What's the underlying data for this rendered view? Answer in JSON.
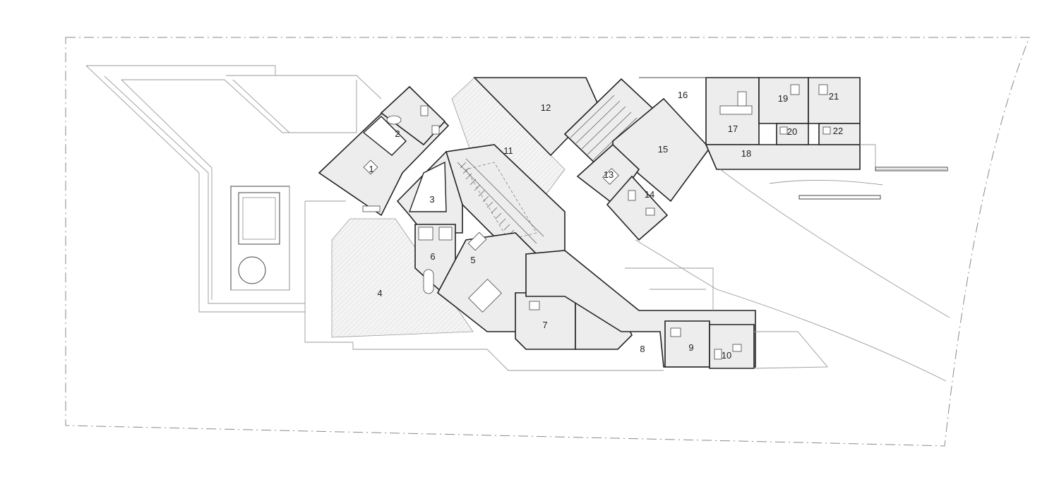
{
  "rooms": [
    {
      "id": "1",
      "label": "1"
    },
    {
      "id": "2",
      "label": "2"
    },
    {
      "id": "3",
      "label": "3"
    },
    {
      "id": "4",
      "label": "4"
    },
    {
      "id": "5",
      "label": "5"
    },
    {
      "id": "6",
      "label": "6"
    },
    {
      "id": "7",
      "label": "7"
    },
    {
      "id": "8",
      "label": "8"
    },
    {
      "id": "9",
      "label": "9"
    },
    {
      "id": "10",
      "label": "10"
    },
    {
      "id": "11",
      "label": "11"
    },
    {
      "id": "12",
      "label": "12"
    },
    {
      "id": "13",
      "label": "13"
    },
    {
      "id": "14",
      "label": "14"
    },
    {
      "id": "15",
      "label": "15"
    },
    {
      "id": "16",
      "label": "16"
    },
    {
      "id": "17",
      "label": "17"
    },
    {
      "id": "18",
      "label": "18"
    },
    {
      "id": "19",
      "label": "19"
    },
    {
      "id": "20",
      "label": "20"
    },
    {
      "id": "21",
      "label": "21"
    },
    {
      "id": "22",
      "label": "22"
    }
  ]
}
